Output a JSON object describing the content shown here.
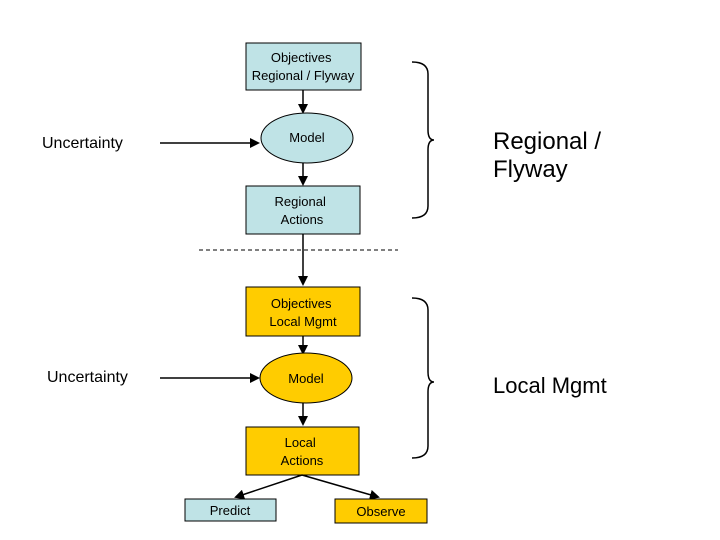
{
  "regional": {
    "objectives": {
      "line1": "Objectives",
      "line2": "Regional / Flyway"
    },
    "model": "Model",
    "actions": {
      "line1": "Regional",
      "line2": "Actions"
    },
    "uncertainty": "Uncertainty",
    "bracket_label": {
      "line1": "Regional /",
      "line2": "Flyway"
    }
  },
  "local": {
    "objectives": {
      "line1": "Objectives",
      "line2": "Local Mgmt"
    },
    "model": "Model",
    "actions": {
      "line1": "Local",
      "line2": "Actions"
    },
    "uncertainty": "Uncertainty",
    "bracket_label": "Local Mgmt"
  },
  "outputs": {
    "predict": "Predict",
    "observe": "Observe"
  },
  "colors": {
    "regional_fill": "#bfe3e6",
    "local_fill": "#ffcc00",
    "outline": "#000000"
  }
}
